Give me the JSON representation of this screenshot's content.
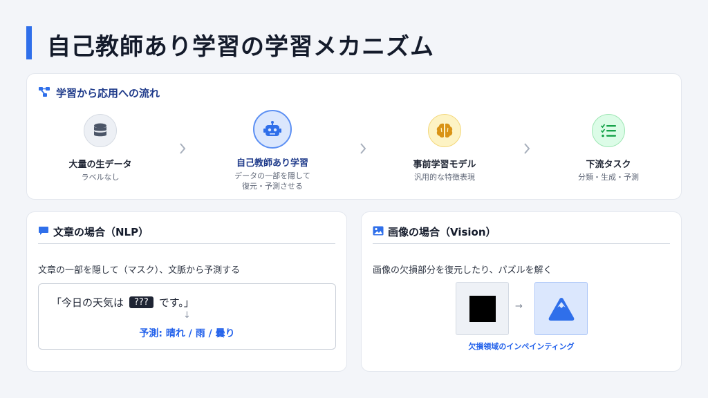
{
  "title": "自己教師あり学習の学習メカニズム",
  "flow": {
    "heading": "学習から応用への流れ",
    "steps": [
      {
        "label": "大量の生データ",
        "sub1": "ラベルなし",
        "sub2": "",
        "icon": "database-icon"
      },
      {
        "label": "自己教師あり学習",
        "sub1": "データの一部を隠して",
        "sub2": "復元・予測させる",
        "icon": "robot-icon"
      },
      {
        "label": "事前学習モデル",
        "sub1": "汎用的な特徴表現",
        "sub2": "",
        "icon": "brain-icon"
      },
      {
        "label": "下流タスク",
        "sub1": "分類・生成・予測",
        "sub2": "",
        "icon": "task-list-icon"
      }
    ]
  },
  "nlp": {
    "title": "文章の場合（NLP）",
    "description": "文章の一部を隠して（マスク）、文脈から予測する",
    "sentence_before": "「今日の天気は",
    "mask": "???",
    "sentence_after": "です。」",
    "arrow": "↓",
    "prediction": "予測: 晴れ / 雨 / 曇り"
  },
  "vision": {
    "title": "画像の場合（Vision）",
    "description": "画像の欠損部分を復元したり、パズルを解く",
    "arrow": "→",
    "caption": "欠損領域のインペインティング"
  },
  "colors": {
    "accent": "#2f6fea",
    "heading": "#1e3a8a",
    "prediction": "#2563eb"
  }
}
